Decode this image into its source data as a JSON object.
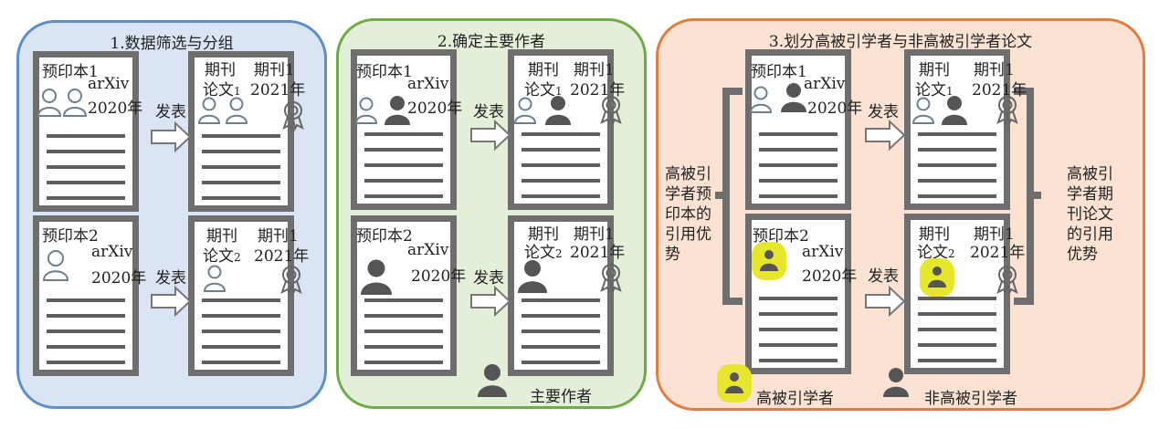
{
  "panels": [
    {
      "title": "1.数据筛选与分组"
    },
    {
      "title": "2.确定主要作者"
    },
    {
      "title": "3.划分高被引学者与非高被引学者论文"
    }
  ],
  "labels": {
    "preprint1": "预印本1",
    "preprint2": "预印本2",
    "arxiv": "arXiv",
    "year2020": "2020年",
    "journal": "期刊",
    "paper": "论文",
    "num1": "1",
    "num2": "2",
    "journal1": "期刊1",
    "year2021": "2021年",
    "publish": "发表"
  },
  "side_labels": {
    "left": [
      "高被引",
      "学者预",
      "印本的",
      "引用优",
      "势"
    ],
    "right": [
      "高被引",
      "学者期",
      "刊论文",
      "的引用",
      "优势"
    ]
  },
  "legend": {
    "main_author": "主要作者",
    "highly_cited": "高被引学者",
    "non_highly_cited": "非高被引学者"
  },
  "colors": {
    "panel1_bg": "#dbe4f3",
    "panel1_border": "#5d8fc9",
    "panel2_bg": "#e3efd9",
    "panel2_border": "#6fac47",
    "panel3_bg": "#fbe2d3",
    "panel3_border": "#e07d3f",
    "highlight": "#e6e62c",
    "filled_person": "#555555",
    "outline_person": "#6b7f8f"
  }
}
